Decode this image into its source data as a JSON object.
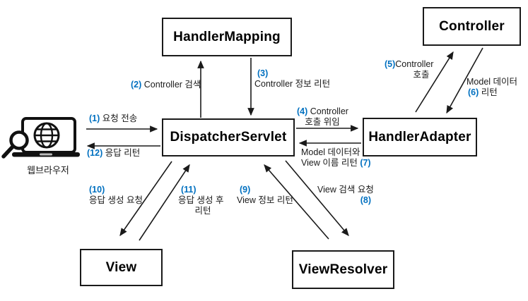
{
  "colors": {
    "step_number_blue": "#0070C0",
    "line_black": "#1a1a1a",
    "background": "#ffffff"
  },
  "nodes": {
    "handler_mapping": {
      "label": "HandlerMapping"
    },
    "controller": {
      "label": "Controller"
    },
    "dispatcher_servlet": {
      "label": "DispatcherServlet"
    },
    "handler_adapter": {
      "label": "HandlerAdapter"
    },
    "view": {
      "label": "View"
    },
    "view_resolver": {
      "label": "ViewResolver"
    },
    "web_browser": {
      "label": "웹브라우저"
    }
  },
  "steps": {
    "s1": {
      "num": "(1)",
      "text": "요청 전송"
    },
    "s2": {
      "num": "(2)",
      "text": "Controller 검색"
    },
    "s3": {
      "num": "(3)",
      "text": "Controller 정보 리턴"
    },
    "s4": {
      "num": "(4)",
      "text": "Controller",
      "text2": "호출 위임"
    },
    "s5": {
      "num": "(5)",
      "text": "Controller",
      "text2": "호출"
    },
    "s6": {
      "num": "(6)",
      "text": "Model 데이터",
      "text2": "리턴"
    },
    "s7": {
      "num": "(7)",
      "text": "Model 데이터와",
      "text2": "View 이름 리턴"
    },
    "s8": {
      "num": "(8)",
      "text": "View 검색 요청"
    },
    "s9": {
      "num": "(9)",
      "text": "View 정보 리턴"
    },
    "s10": {
      "num": "(10)",
      "text": "응답 생성 요청"
    },
    "s11": {
      "num": "(11)",
      "text": "응답 생성 후",
      "text2": "리턴"
    },
    "s12": {
      "num": "(12)",
      "text": "응답 리턴"
    }
  }
}
